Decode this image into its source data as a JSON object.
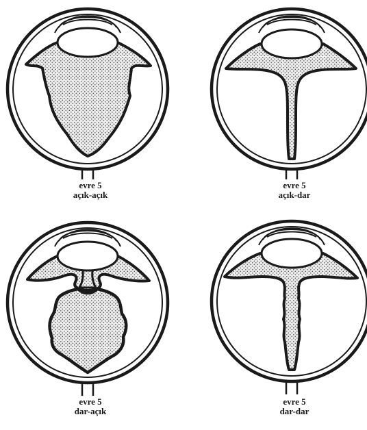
{
  "panels": [
    {
      "stage": "evre 5",
      "label": "açık-açık"
    },
    {
      "stage": "evre 5",
      "label": "açık-dar"
    },
    {
      "stage": "evre 5",
      "label": "dar-açık"
    },
    {
      "stage": "evre 5",
      "label": "dar-dar"
    }
  ]
}
